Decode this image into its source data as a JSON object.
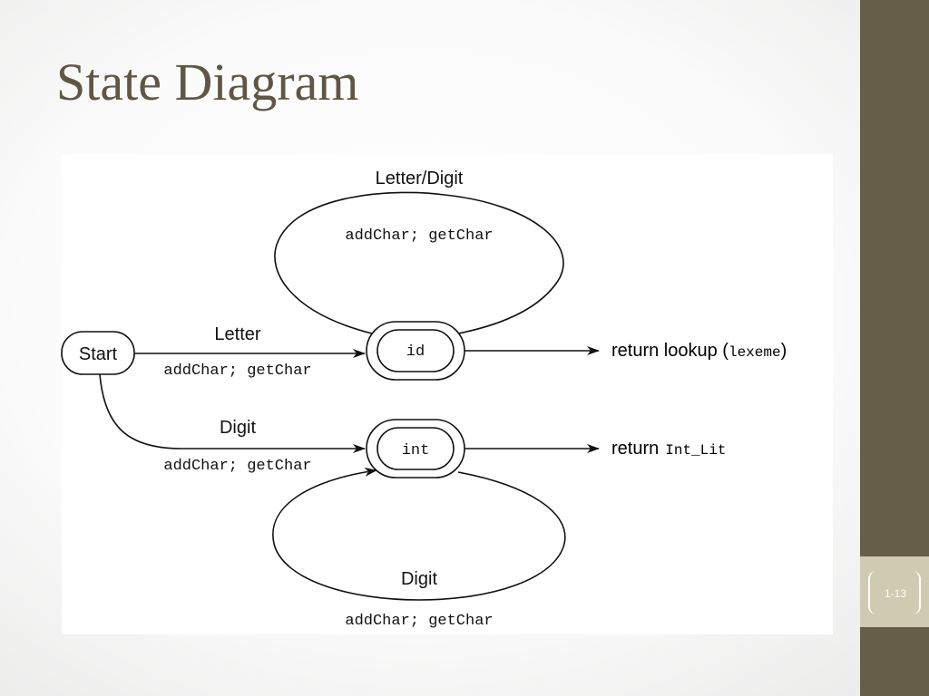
{
  "slide": {
    "title": "State Diagram",
    "page_number": "1-13"
  },
  "diagram": {
    "states": {
      "start": "Start",
      "id": "id",
      "int": "int"
    },
    "transitions": {
      "id_loop_label": "Letter/Digit",
      "id_loop_action": "addChar; getChar",
      "start_to_id_label": "Letter",
      "start_to_id_action": "addChar; getChar",
      "start_to_int_label": "Digit",
      "start_to_int_action": "addChar; getChar",
      "int_loop_label": "Digit",
      "int_loop_action": "addChar; getChar"
    },
    "outputs": {
      "id_return_text": "return lookup (",
      "id_return_arg": "lexeme",
      "id_return_close": ")",
      "int_return_text": "return",
      "int_return_arg": "Int_Lit"
    }
  },
  "colors": {
    "title": "#5f5743",
    "sidebar": "#665e48",
    "page_box": "#cfcbb2"
  }
}
